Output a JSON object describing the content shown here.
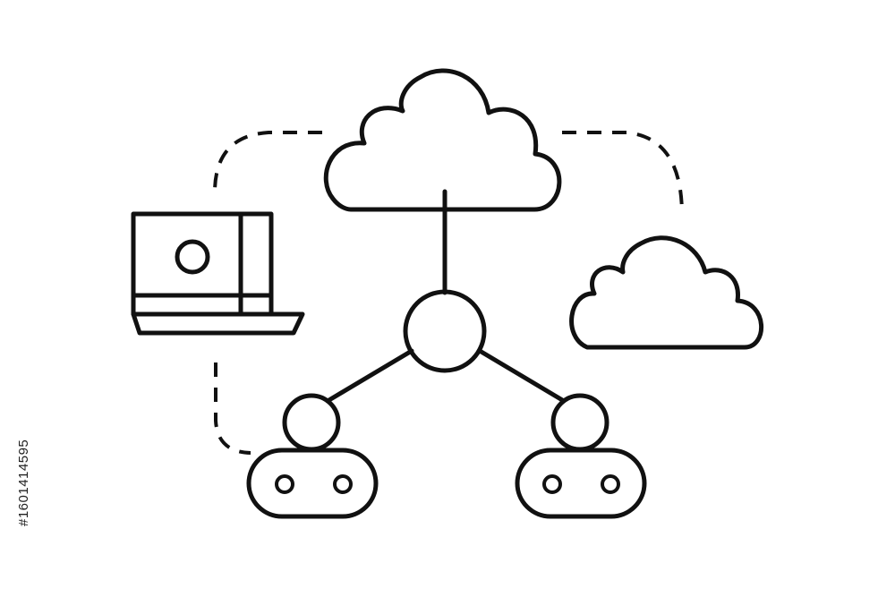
{
  "diagram": {
    "nodes": [
      {
        "id": "main-cloud",
        "icon": "cloud-icon"
      },
      {
        "id": "secondary-cloud",
        "icon": "cloud-icon"
      },
      {
        "id": "laptop",
        "icon": "laptop-icon"
      },
      {
        "id": "hub",
        "icon": "hub-node-icon"
      },
      {
        "id": "robot-left",
        "icon": "robot-icon"
      },
      {
        "id": "robot-right",
        "icon": "robot-icon"
      }
    ],
    "connections": [
      {
        "from": "main-cloud",
        "to": "hub",
        "style": "solid"
      },
      {
        "from": "hub",
        "to": "robot-left",
        "style": "solid"
      },
      {
        "from": "hub",
        "to": "robot-right",
        "style": "solid"
      },
      {
        "from": "laptop",
        "to": "main-cloud",
        "style": "dashed"
      },
      {
        "from": "main-cloud",
        "to": "secondary-cloud",
        "style": "dashed"
      },
      {
        "from": "laptop",
        "to": "robot-left",
        "style": "dashed"
      }
    ],
    "line_color": "#111111",
    "background_color": "#ffffff"
  },
  "watermark": {
    "id_text": "#1601414595"
  }
}
